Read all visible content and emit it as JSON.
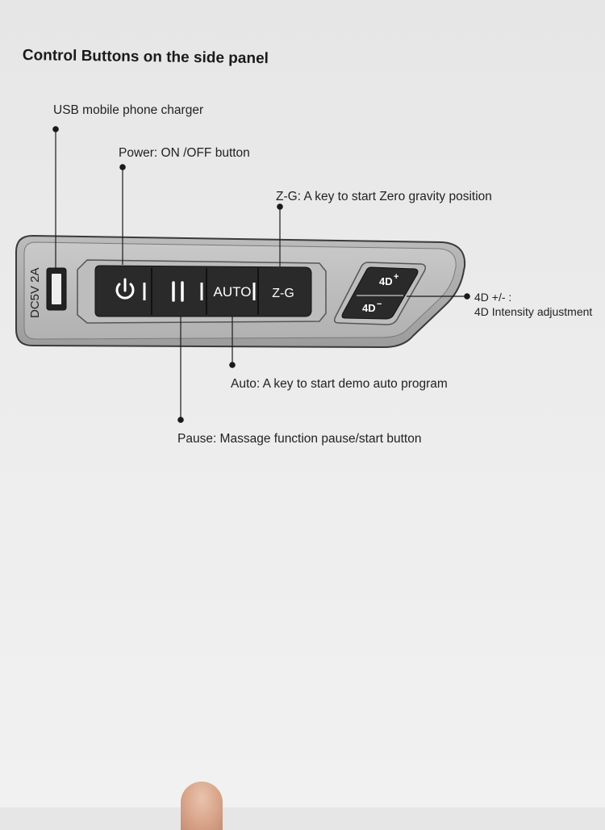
{
  "heading": "Control Buttons on the side panel",
  "labels": {
    "usb": "USB mobile phone charger",
    "power": "Power: ON /OFF button",
    "zero_gravity": "Z-G: A key to start Zero gravity position",
    "intensity_line1": "4D +/- :",
    "intensity_line2": "4D Intensity adjustment",
    "auto": "Auto: A key to start demo auto program",
    "pause": "Pause: Massage function pause/start button"
  },
  "panel": {
    "port_rating": "DC5V 2A",
    "power_icon": "power-icon",
    "pause_icon": "pause-icon",
    "auto_label": "AUTO",
    "zg_label": "Z-G",
    "plus_label": "4D",
    "plus_sign": "+",
    "minus_label": "4D",
    "minus_sign": "−"
  },
  "colors": {
    "panel_body": "#a9a9a9",
    "button_strip": "#2a2a2a",
    "button_text": "#ffffff",
    "page": "#ebebeb"
  }
}
